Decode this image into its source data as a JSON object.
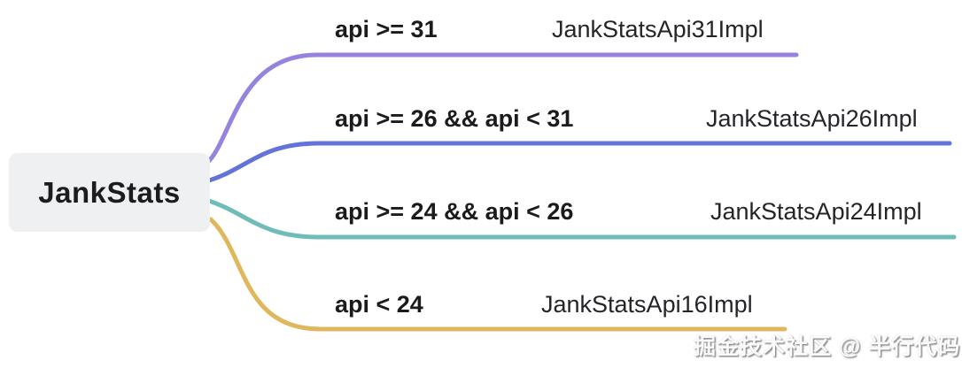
{
  "root": {
    "label": "JankStats"
  },
  "branches": [
    {
      "condition": "api >= 31",
      "impl": "JankStatsApi31Impl",
      "color": "#9683DE"
    },
    {
      "condition": "api >= 26 && api < 31",
      "impl": "JankStatsApi26Impl",
      "color": "#6274D7"
    },
    {
      "condition": "api >= 24 && api < 26",
      "impl": "JankStatsApi24Impl",
      "color": "#70BDB8"
    },
    {
      "condition": "api < 24",
      "impl": "JankStatsApi16Impl",
      "color": "#DFB75C"
    }
  ],
  "watermark": {
    "text": "掘金技术社区 @ 半行代码"
  },
  "colors": {
    "background": "#FFFFFF",
    "root_node_bg": "#EEF0F1",
    "condition_text": "#1B1B1D",
    "impl_text": "#242528"
  }
}
